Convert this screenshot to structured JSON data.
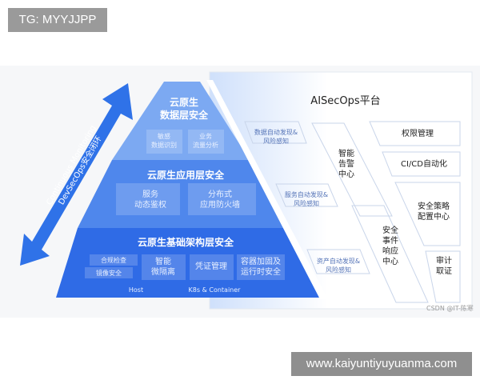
{
  "overlay_tag": "TG: MYYJJPP",
  "watermark": "www.kaiyuntiyuyuanma.com",
  "credit": "CSDN @IT-陈寒",
  "arrow": {
    "line1": "Continuous Monitoring",
    "line2": "DevSecOps安全闭环"
  },
  "pyramid": {
    "data_layer": {
      "title1": "云原生",
      "title2": "数据层安全",
      "items": [
        [
          "敏感",
          "数据识别"
        ],
        [
          "业务",
          "流量分析"
        ]
      ]
    },
    "app_layer": {
      "title": "云原生应用层安全",
      "items": [
        [
          "服务",
          "动态鉴权"
        ],
        [
          "分布式",
          "应用防火墙"
        ]
      ]
    },
    "infra_layer": {
      "title": "云原生基础架构层安全",
      "items": [
        "合规检查",
        "镜像安全",
        [
          "智能",
          "微隔离"
        ],
        "凭证管理",
        [
          "容器加固及",
          "运行时安全"
        ]
      ],
      "footer": [
        "Host",
        "K8s & Container"
      ]
    }
  },
  "platform": {
    "title": "AISecOps平台",
    "discovery": [
      [
        "数据自动发现&",
        "风险感知"
      ],
      [
        "服务自动发现&",
        "风险感知"
      ],
      [
        "资产自动发现&",
        "风险感知"
      ]
    ],
    "alert_center": [
      "智能",
      "告警",
      "中心"
    ],
    "incident_center": [
      "安全",
      "事件",
      "响应",
      "中心"
    ],
    "modules": [
      "权限管理",
      "CI/CD自动化",
      [
        "安全策略",
        "配置中心"
      ],
      [
        "审计",
        "取证"
      ]
    ]
  },
  "colors": {
    "accent": "#2f6be6",
    "light": "#7fb0f3"
  }
}
